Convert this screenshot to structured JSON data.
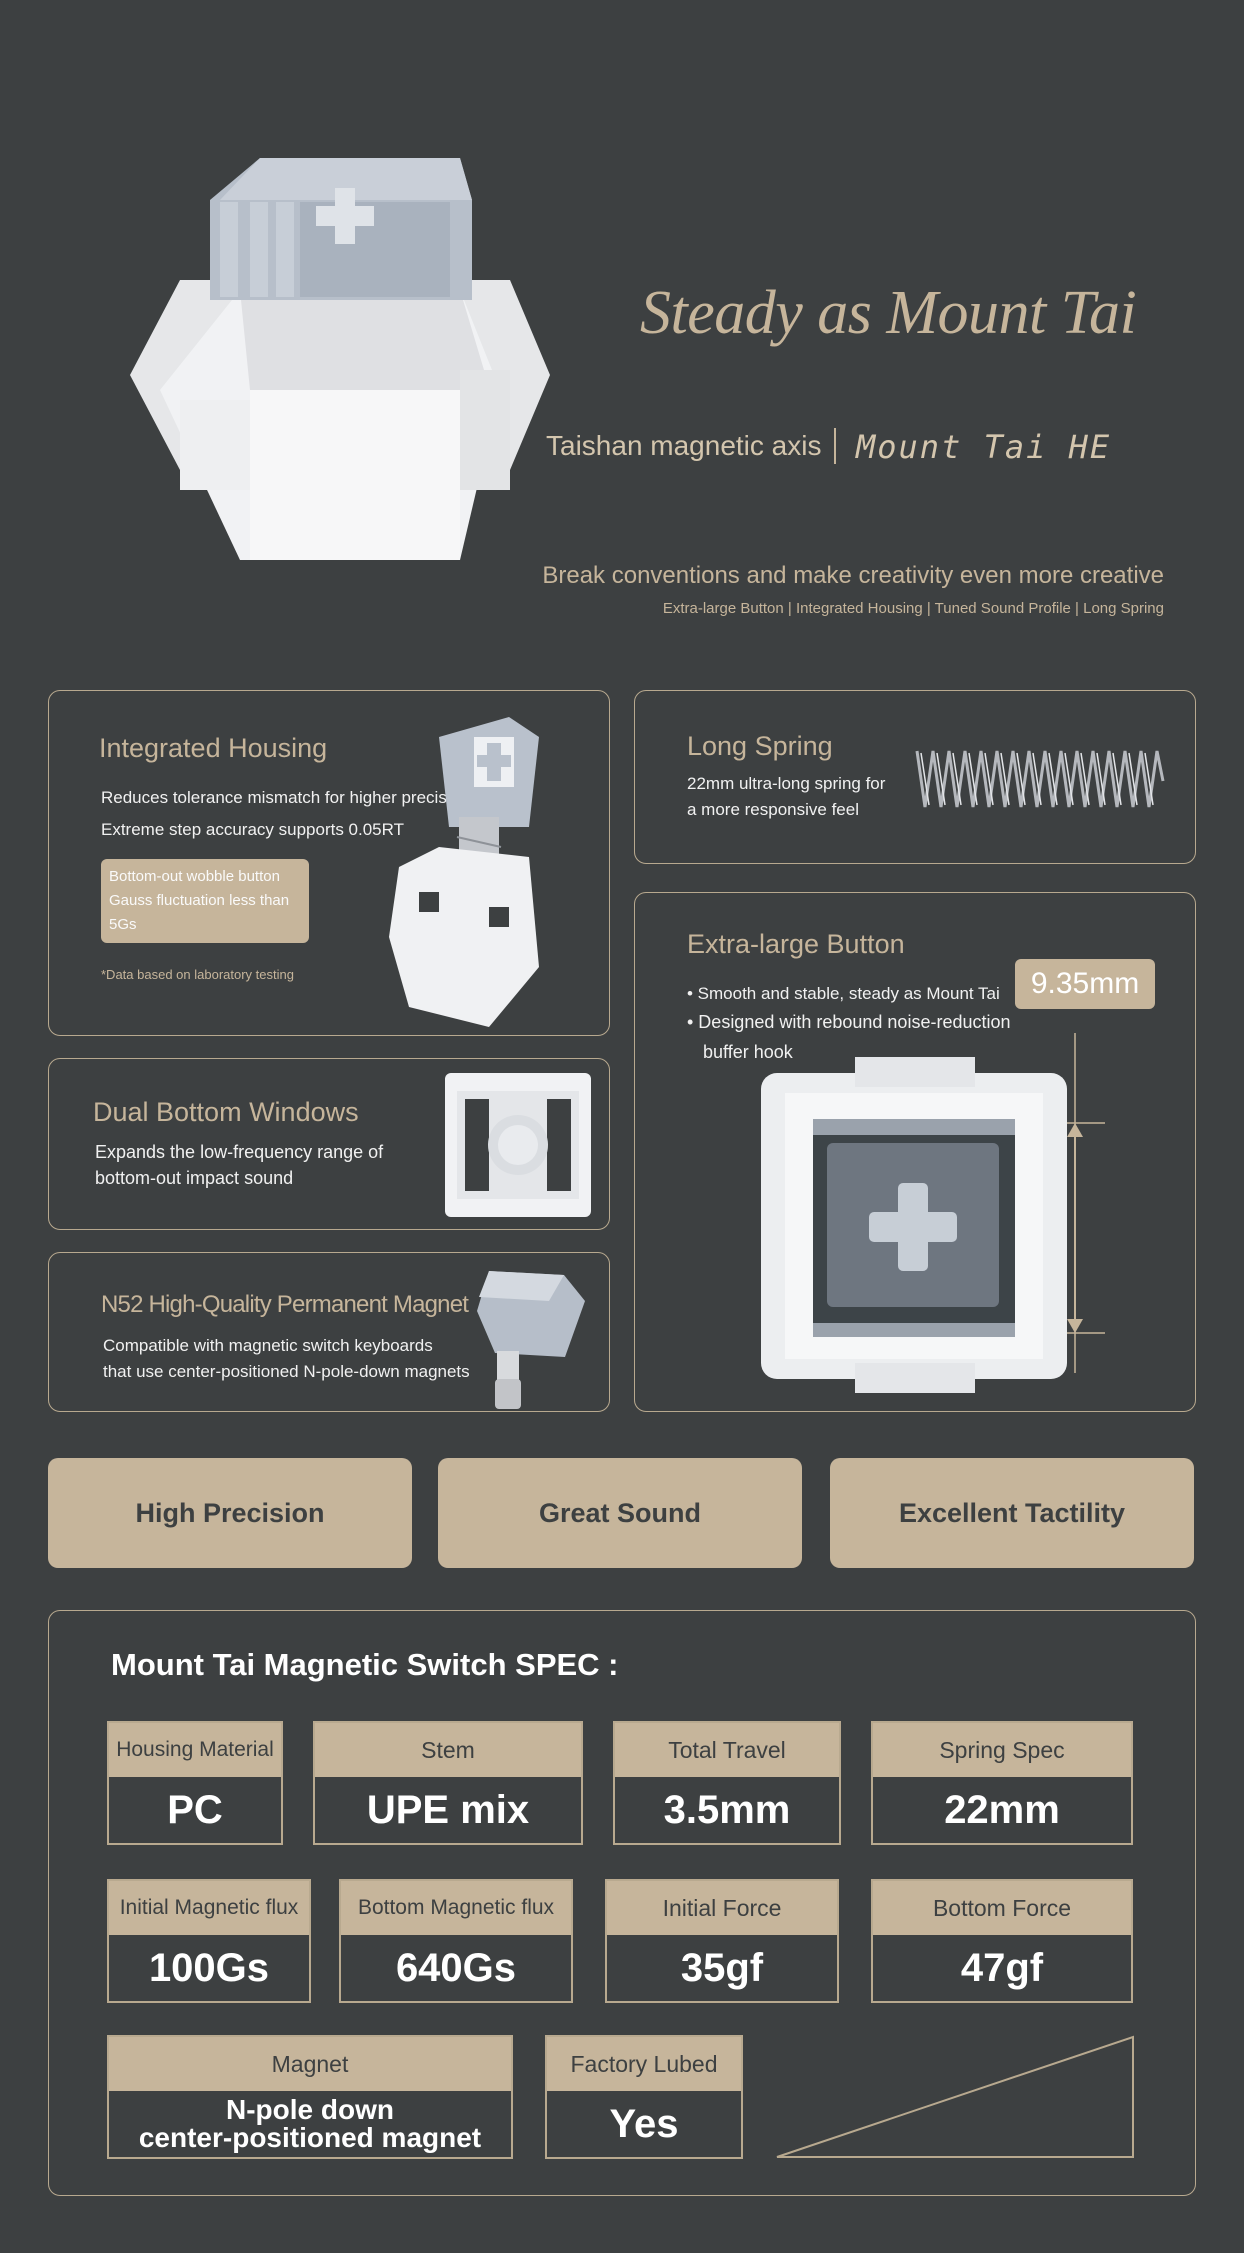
{
  "hero": {
    "title": "Steady as Mount Tai",
    "subtitle_left": "Taishan magnetic axis",
    "subtitle_right": "Mount Tai HE",
    "tagline": "Break conventions and make creativity even more creative",
    "features_line": "Extra-large Button | Integrated Housing | Tuned Sound Profile | Long Spring"
  },
  "integrated_housing": {
    "title": "Integrated Housing",
    "line1": "Reduces tolerance mismatch for higher precision",
    "line2": "Extreme step accuracy supports 0.05RT",
    "tag1": "Bottom-out wobble button",
    "tag2": "Gauss fluctuation less than 5Gs",
    "note": "*Data based on laboratory testing"
  },
  "long_spring": {
    "title": "Long Spring",
    "line1": "22mm ultra-long spring for",
    "line2": "a more responsive feel"
  },
  "extra_button": {
    "title": "Extra-large Button",
    "bullet1": "• Smooth and stable, steady as Mount Tai",
    "bullet2": "• Designed with rebound noise-reduction",
    "bullet2b": "buffer hook",
    "dimension": "9.35mm"
  },
  "dual_windows": {
    "title": "Dual Bottom Windows",
    "line1": "Expands the low-frequency range of",
    "line2": "bottom-out impact sound"
  },
  "magnet": {
    "title": "N52 High-Quality Permanent Magnet",
    "line1": "Compatible with magnetic switch keyboards",
    "line2": "that use center-positioned N-pole-down magnets"
  },
  "features": [
    "High Precision",
    "Great Sound",
    "Excellent Tactility"
  ],
  "spec": {
    "title": "Mount Tai Magnetic Switch SPEC :",
    "housing_material": {
      "label": "Housing Material",
      "value": "PC"
    },
    "stem": {
      "label": "Stem",
      "value": "UPE mix"
    },
    "total_travel": {
      "label": "Total Travel",
      "value": "3.5mm"
    },
    "spring_spec": {
      "label": "Spring Spec",
      "value": "22mm"
    },
    "initial_flux": {
      "label": "Initial Magnetic flux",
      "value": "100Gs"
    },
    "bottom_flux": {
      "label": "Bottom Magnetic flux",
      "value": "640Gs"
    },
    "initial_force": {
      "label": "Initial Force",
      "value": "35gf"
    },
    "bottom_force": {
      "label": "Bottom Force",
      "value": "47gf"
    },
    "magnet": {
      "label": "Magnet",
      "value_line1": "N-pole down",
      "value_line2": "center-positioned magnet"
    },
    "factory_lubed": {
      "label": "Factory Lubed",
      "value": "Yes"
    }
  }
}
